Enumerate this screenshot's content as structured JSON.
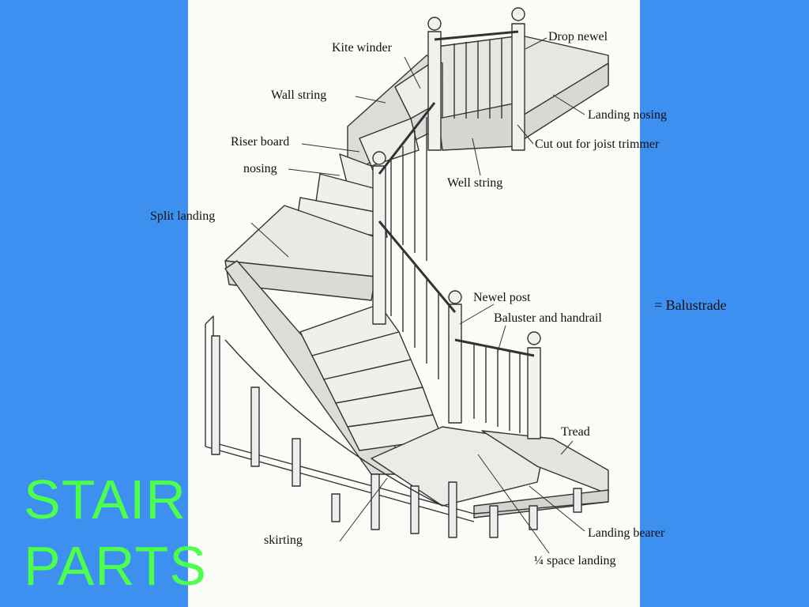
{
  "title": {
    "line1": "STAIR",
    "line2": "PARTS"
  },
  "side_note": "= Balustrade",
  "labels": {
    "drop_newel": "Drop newel",
    "kite_winder": "Kite winder",
    "wall_string": "Wall string",
    "landing_nosing": "Landing nosing",
    "riser_board": "Riser board",
    "cut_out": "Cut out for joist trimmer",
    "nosing": "nosing",
    "well_string": "Well string",
    "split_landing": "Split landing",
    "newel_post": "Newel post",
    "baluster_handrail": "Baluster and handrail",
    "tread": "Tread",
    "skirting": "skirting",
    "landing_bearer": "Landing bearer",
    "quarter_landing": "¼ space landing"
  },
  "colors": {
    "background": "#3d8ff0",
    "panel": "#fbfbf8",
    "title": "#4dff4d"
  }
}
